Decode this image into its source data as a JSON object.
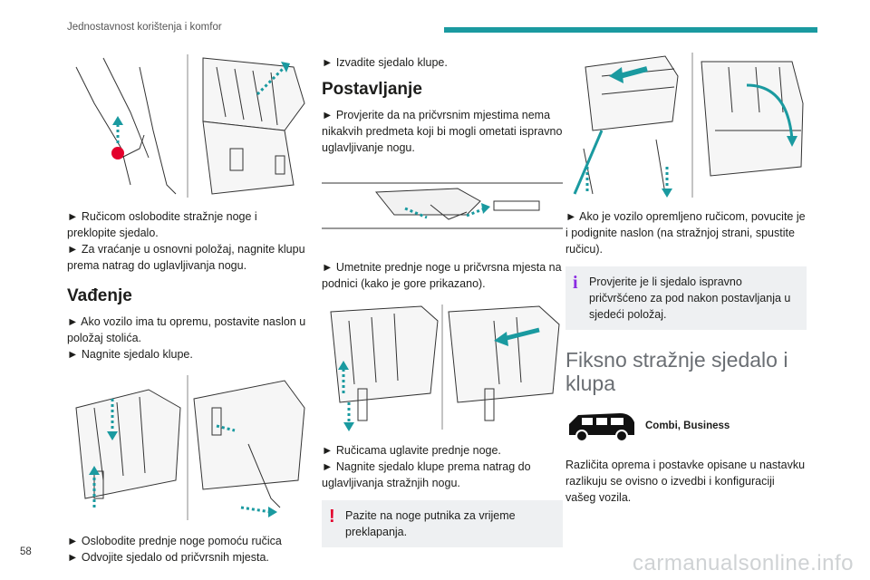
{
  "header": {
    "title": "Jednostavnost korištenja i komfor"
  },
  "page_number": "58",
  "watermark": "carmanualsonline.info",
  "col1": {
    "p1": "► Ručicom oslobodite stražnje noge i preklopite sjedalo.",
    "p2": "► Za vraćanje u osnovni položaj, nagnite klupu prema natrag do uglavljivanja nogu.",
    "h_removal": "Vađenje",
    "p3": "► Ako vozilo ima tu opremu, postavite naslon u položaj stolića.",
    "p4": "► Nagnite sjedalo klupe.",
    "p5": "► Oslobodite prednje noge pomoću ručica",
    "p6": "► Odvojite sjedalo od pričvrsnih mjesta."
  },
  "col2": {
    "p1": "► Izvadite sjedalo klupe.",
    "h_install": "Postavljanje",
    "p2": "► Provjerite da na pričvrsnim mjestima nema nikakvih predmeta koji bi mogli ometati ispravno uglavljivanje nogu.",
    "p3": "► Umetnite prednje noge u pričvrsna mjesta na podnici (kako je gore prikazano).",
    "p4": "► Ručicama uglavite prednje noge.",
    "p5": "► Nagnite sjedalo klupe prema natrag do uglavljivanja stražnjih nogu.",
    "warning": "Pazite na noge putnika za vrijeme preklapanja.",
    "warning_icon": "!"
  },
  "col3": {
    "p1": "► Ako je vozilo opremljeno ručicom, povucite je i podignite naslon (na stražnjoj strani, spustite ručicu).",
    "info": "Provjerite je li sjedalo ispravno pričvršćeno za pod nakon postavljanja u sjedeći položaj.",
    "info_icon": "i",
    "section_title": "Fiksno stražnje sjedalo i klupa",
    "car_label": "Combi, Business",
    "p2": "Različita oprema i postavke opisane u nastavku razlikuju se ovisno o izvedbi i konfiguraciji vašeg vozila."
  },
  "colors": {
    "accent": "#1a9aa0",
    "arrow": "#1a9aa0",
    "warning": "#e3002c",
    "info": "#8a2be2"
  }
}
